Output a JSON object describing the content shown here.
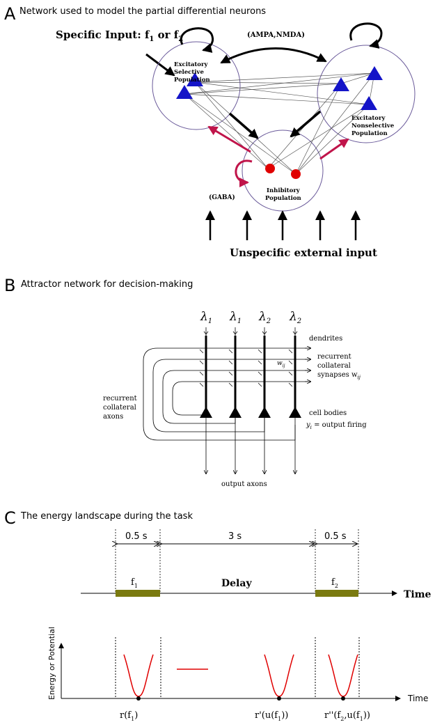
{
  "panel_a": {
    "letter": "A",
    "title": "Network used to model the partial differential neurons",
    "specific_input": "Specific Input: f",
    "specific_input_sub1": "1",
    "specific_input_or": " or f",
    "specific_input_sub2": "2",
    "ampa_nmda": "(AMPA,NMDA)",
    "excitatory_selective": [
      "Excitatory",
      "Selective",
      "Population"
    ],
    "excitatory_nonselective": [
      "Excitatory",
      "Nonselective",
      "Population"
    ],
    "gaba": "(GABA)",
    "inhibitory": [
      "Inhibitory",
      "Population"
    ],
    "unspecific": "Unspecific external input",
    "colors": {
      "excitatory": "#1414c8",
      "inhibitory": "#e00000",
      "inhibitory_arrow": "#c0144a",
      "circle": "#6a5a9a"
    }
  },
  "panel_b": {
    "letter": "B",
    "title": "Attractor network for decision-making",
    "lambda_labels": [
      {
        "sym": "λ",
        "sub": "1"
      },
      {
        "sym": "λ",
        "sub": "1"
      },
      {
        "sym": "λ",
        "sub": "2"
      },
      {
        "sym": "λ",
        "sub": "2"
      }
    ],
    "dendrites": "dendrites",
    "recurrent_synapses": [
      "recurrent",
      "collateral",
      "synapses w"
    ],
    "recurrent_synapses_sub": "ij",
    "wij_label": "w",
    "wij_sub": "ij",
    "recurrent_axons": [
      "recurrent",
      "collateral",
      "axons"
    ],
    "cell_bodies": "cell bodies",
    "output_firing_y": "y",
    "output_firing_sub": "i",
    "output_firing_text": " = output firing",
    "output_axons": "output axons"
  },
  "panel_c": {
    "letter": "C",
    "title": "The energy landscape during the task",
    "interval_1": "0.5 s",
    "interval_2": "3 s",
    "interval_3": "0.5 s",
    "f1": "f",
    "f1_sub": "1",
    "delay": "Delay",
    "f2": "f",
    "f2_sub": "2",
    "time": "Time",
    "ylabel": "Energy or Potential",
    "xlabel": "Time",
    "state_1": "r(f",
    "state_1_sub": "1",
    "state_1_end": ")",
    "state_2": "r'(u(f",
    "state_2_sub": "1",
    "state_2_end": "))",
    "state_3": "r''(f",
    "state_3_sub": "2",
    "state_3_mid": ",u(f",
    "state_3_sub2": "1",
    "state_3_end": "))",
    "colors": {
      "stimulus_bar": "#7a7a10",
      "well": "#e00000"
    }
  }
}
